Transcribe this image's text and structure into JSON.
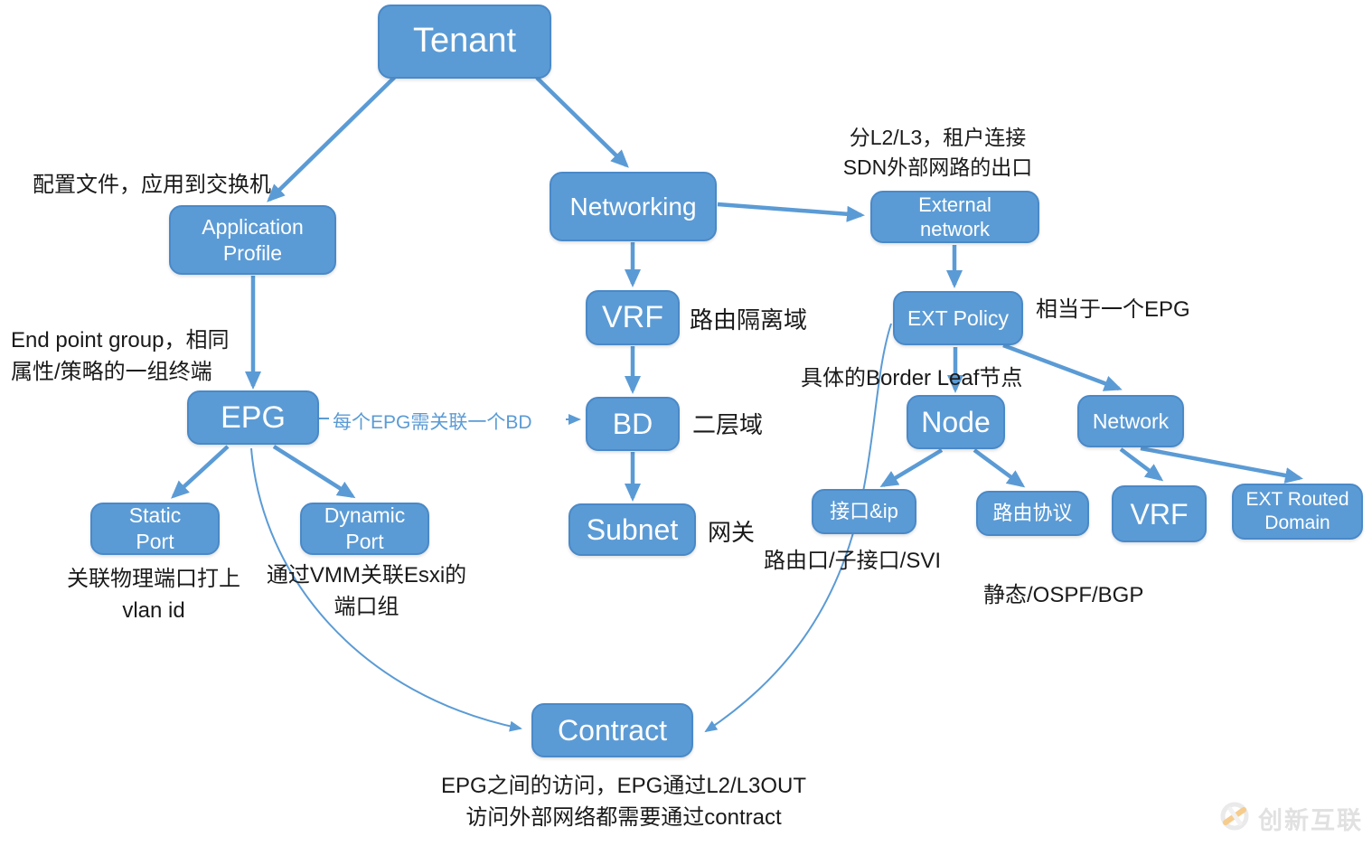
{
  "colors": {
    "box_fill": "#5b9bd5",
    "box_border": "#4a89c8",
    "arrow": "#5b9bd5",
    "annotation": "#1a1a1a",
    "link_text": "#5b9bd5",
    "watermark_orange": "#f0a431",
    "watermark_gray": "#c9c9c9"
  },
  "nodes": {
    "tenant": {
      "label": "Tenant"
    },
    "application_profile": {
      "label": "Application\nProfile"
    },
    "networking": {
      "label": "Networking"
    },
    "external_network": {
      "label": "External\nnetwork"
    },
    "vrf_main": {
      "label": "VRF"
    },
    "bd": {
      "label": "BD"
    },
    "subnet": {
      "label": "Subnet"
    },
    "epg": {
      "label": "EPG"
    },
    "static_port": {
      "label": "Static\nPort"
    },
    "dynamic_port": {
      "label": "Dynamic\nPort"
    },
    "ext_policy": {
      "label": "EXT Policy"
    },
    "node": {
      "label": "Node"
    },
    "network": {
      "label": "Network"
    },
    "interface_ip": {
      "label": "接口&ip"
    },
    "routing_protocol": {
      "label": "路由协议"
    },
    "vrf_ext": {
      "label": "VRF"
    },
    "ext_routed_domain": {
      "label": "EXT Routed\nDomain"
    },
    "contract": {
      "label": "Contract"
    }
  },
  "annotations": {
    "application_profile": "配置文件，应用到交换机",
    "external_network": "分L2/L3，租户连接\nSDN外部网路的出口",
    "epg": "End point group，相同\n属性/策略的一组终端",
    "vrf": "路由隔离域",
    "bd": "二层域",
    "subnet": "网关",
    "ext_policy": "相当于一个EPG",
    "node": "具体的Border Leaf节点",
    "static_port": "关联物理端口打上\nvlan id",
    "dynamic_port": "通过VMM关联Esxi的\n端口组",
    "interface_ip": "路由口/子接口/SVI",
    "routing_protocol": "静态/OSPF/BGP",
    "epg_bd_link": "每个EPG需关联一个BD",
    "contract": "EPG之间的访问，EPG通过L2/L3OUT\n访问外部网络都需要通过contract"
  },
  "watermark": {
    "brand": "创新互联"
  }
}
